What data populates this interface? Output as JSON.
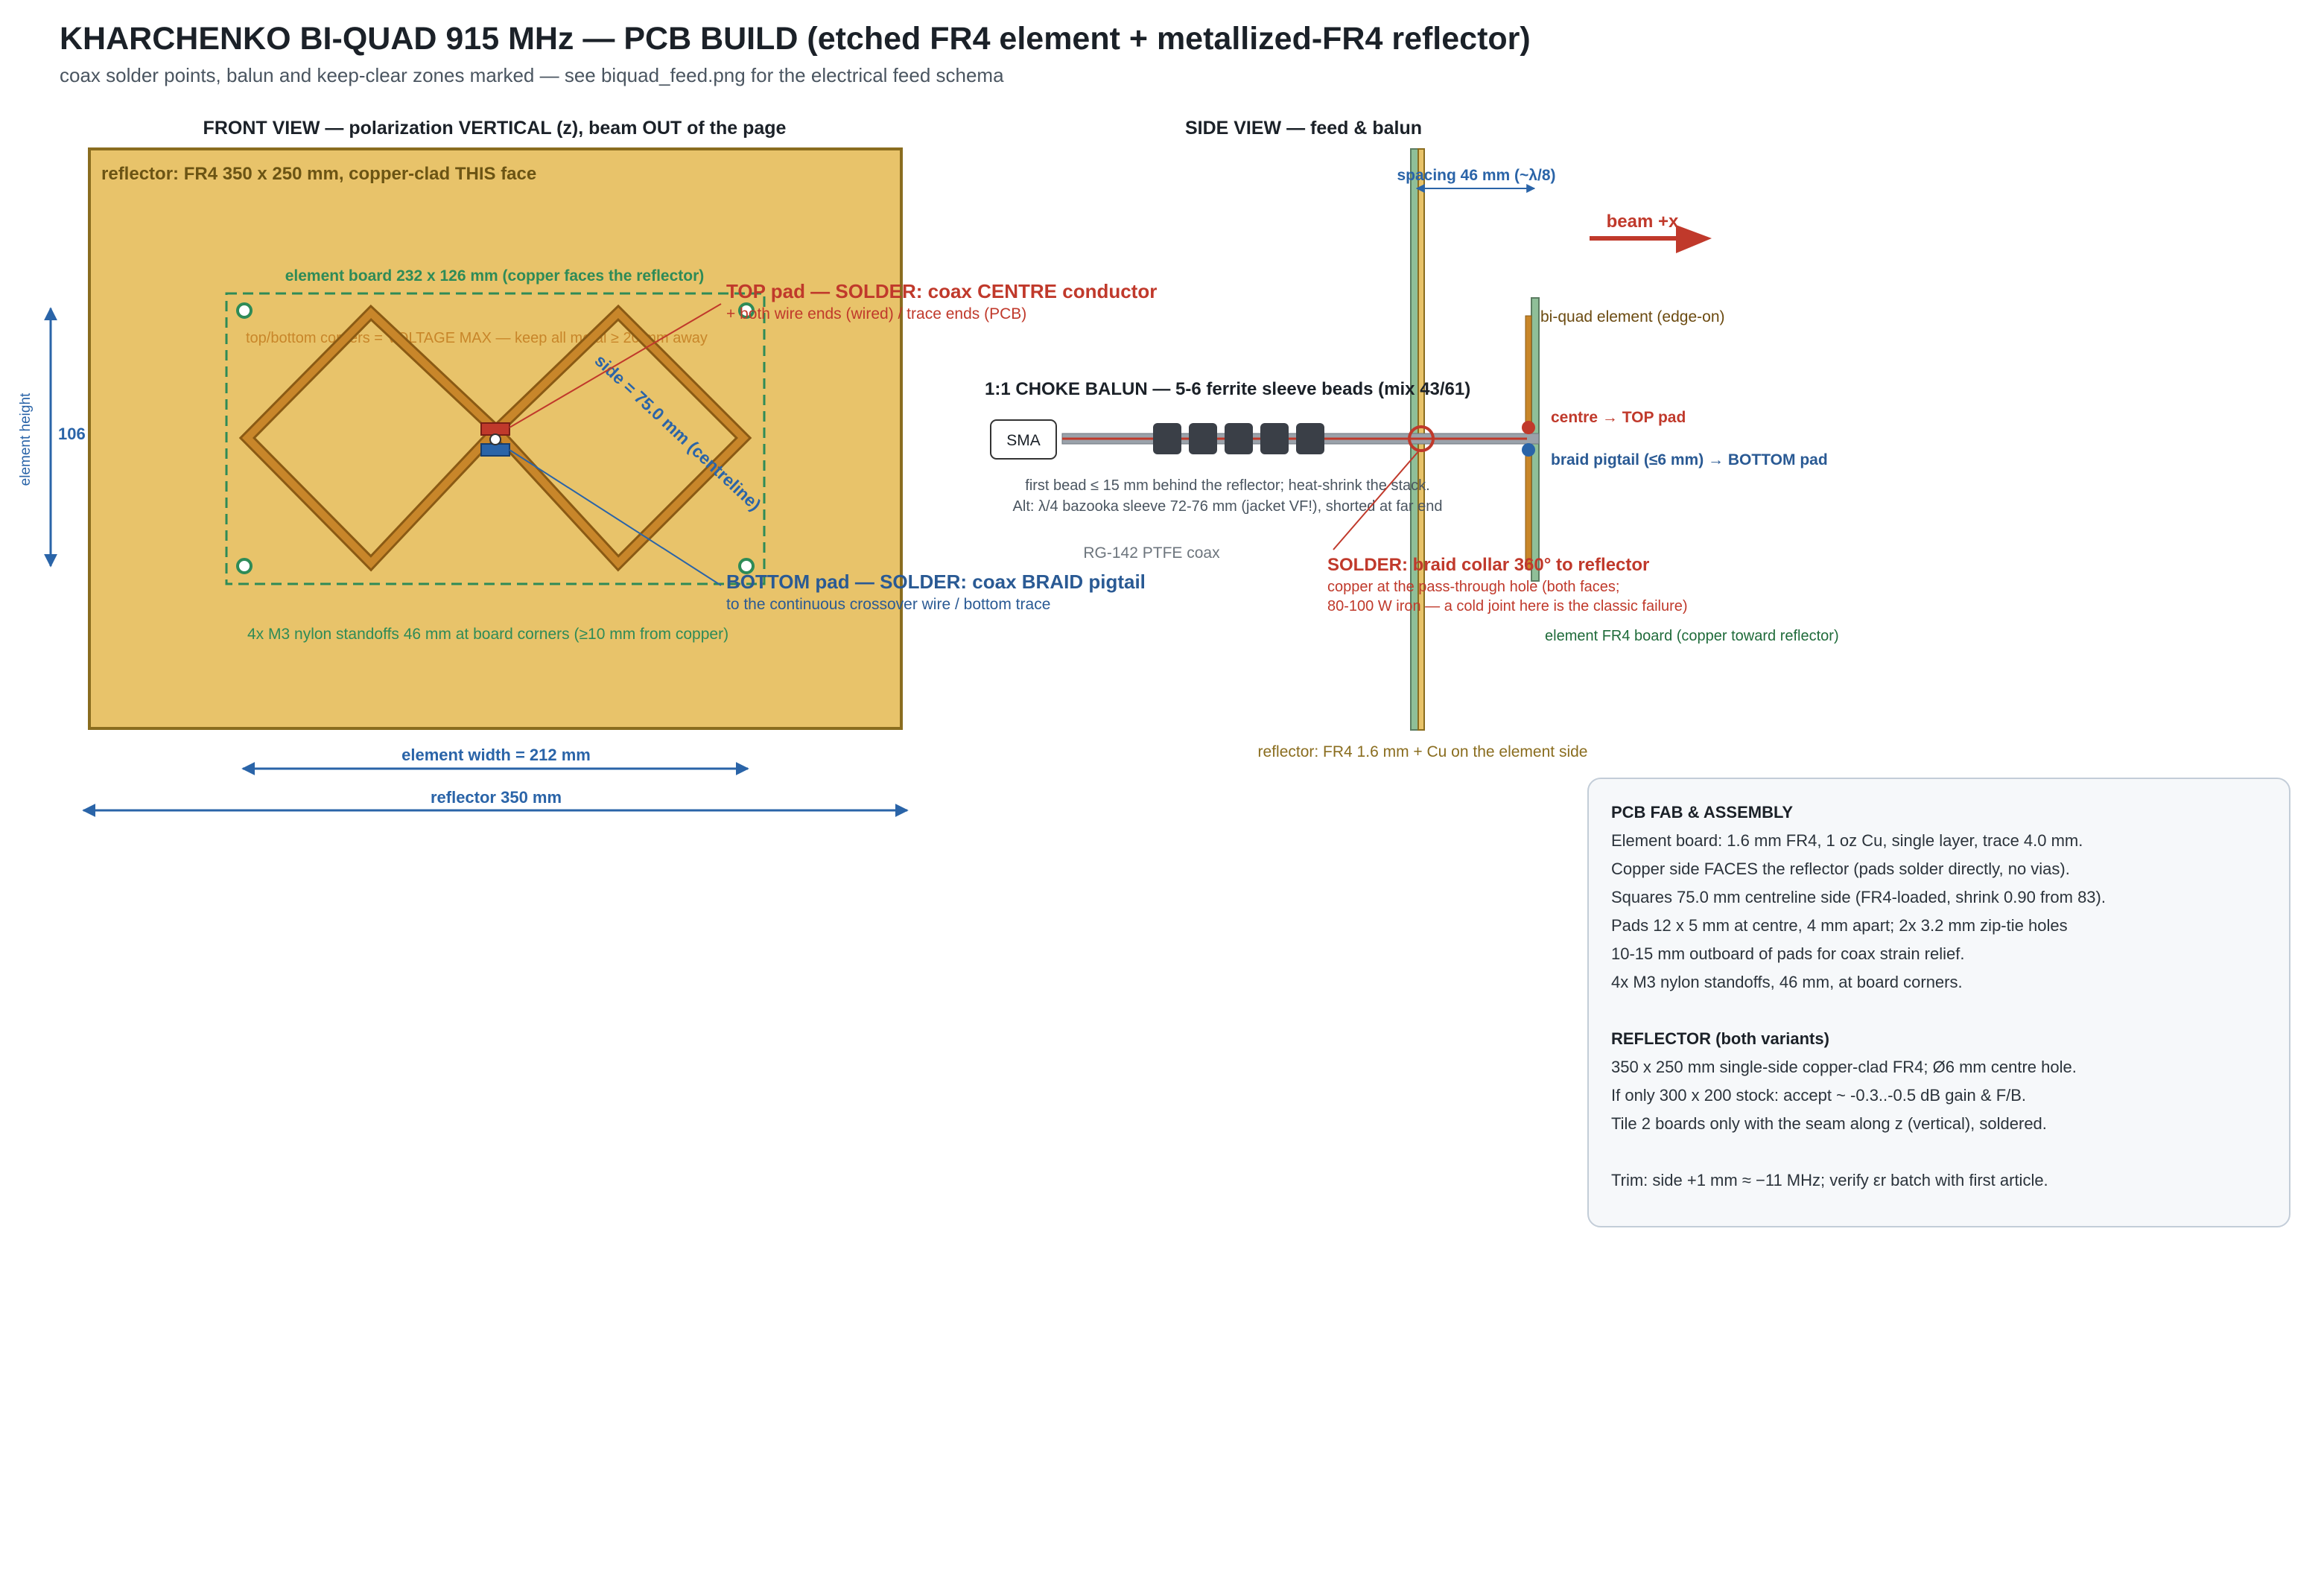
{
  "header": {
    "title": "KHARCHENKO BI-QUAD 915 MHz — PCB BUILD (etched FR4 element + metallized-FR4 reflector)",
    "subtitle": "coax solder points, balun and keep-clear zones marked — see biquad_feed.png for the electrical feed schema"
  },
  "front_view": {
    "heading": "FRONT VIEW — polarization VERTICAL (z), beam OUT of the page",
    "reflector_label": "reflector: FR4 350 x 250 mm, copper-clad THIS face",
    "element_board_label": "element board 232 x 126 mm (copper faces the reflector)",
    "keepout_note": "top/bottom corners = VOLTAGE MAX — keep all metal ≥ 20 mm away",
    "side_label": "side = 75.0 mm (centreline)",
    "standoffs_note": "4x M3 nylon standoffs 46 mm at board corners (≥10 mm from copper)",
    "top_pad_title": "TOP pad — SOLDER: coax CENTRE conductor",
    "top_pad_sub": "+ both wire ends (wired) / trace ends (PCB)",
    "bottom_pad_title": "BOTTOM pad — SOLDER: coax BRAID pigtail",
    "bottom_pad_sub": "to the continuous crossover wire / bottom trace",
    "height_axis_label": "element height",
    "height_value": "106",
    "width_dim": "element width = 212 mm",
    "reflector_dim": "reflector 350 mm"
  },
  "side_view": {
    "heading": "SIDE VIEW — feed & balun",
    "spacing_label": "spacing 46 mm (~λ/8)",
    "beam_label": "beam +x",
    "element_label": "bi-quad element (edge-on)",
    "balun_title": "1:1 CHOKE BALUN — 5-6 ferrite sleeve beads (mix 43/61)",
    "sma_label": "SMA",
    "centre_label": "centre → TOP pad",
    "braid_label": "braid pigtail (≤6 mm) → BOTTOM pad",
    "bead_note_1": "first bead ≤ 15 mm behind the reflector; heat-shrink the stack.",
    "bead_note_2": "Alt: λ/4 bazooka sleeve 72-76 mm (jacket VF!), shorted at far end",
    "coax_label": "RG-142 PTFE coax",
    "solder_title": "SOLDER: braid collar 360° to reflector",
    "solder_sub_1": "copper at the pass-through hole (both faces;",
    "solder_sub_2": "80-100 W iron — a cold joint here is the classic failure)",
    "element_board_label": "element FR4 board (copper toward reflector)",
    "reflector_label": "reflector: FR4 1.6 mm + Cu on the element side"
  },
  "notes": {
    "fab_heading": "PCB FAB & ASSEMBLY",
    "fab_lines": [
      "Element board: 1.6 mm FR4, 1 oz Cu, single layer, trace 4.0 mm.",
      "Copper side FACES the reflector (pads solder directly, no vias).",
      "Squares 75.0 mm centreline side (FR4-loaded, shrink 0.90 from 83).",
      "Pads 12 x 5 mm at centre, 4 mm apart; 2x 3.2 mm zip-tie holes",
      "10-15 mm outboard of pads for coax strain relief.",
      "4x M3 nylon standoffs, 46 mm, at board corners."
    ],
    "refl_heading": "REFLECTOR (both variants)",
    "refl_lines": [
      "350 x 250 mm single-side copper-clad FR4; Ø6 mm centre hole.",
      "If only 300 x 200 stock: accept ~ -0.3..-0.5 dB gain & F/B.",
      "Tile 2 boards only with the seam along z (vertical), soldered."
    ],
    "trim_line": "Trim: side +1 mm ≈ −11 MHz; verify εr batch with first article."
  },
  "colors": {
    "reflector_fill": "#e8c36a",
    "reflector_stroke": "#8a6d1f",
    "element_copper": "#c8862a",
    "keepout_green": "#2e8b57",
    "dim_blue": "#2a64a8",
    "solder_red": "#c0392b",
    "ferrite": "#3a3f47",
    "coax_grey": "#9aa2aa"
  }
}
